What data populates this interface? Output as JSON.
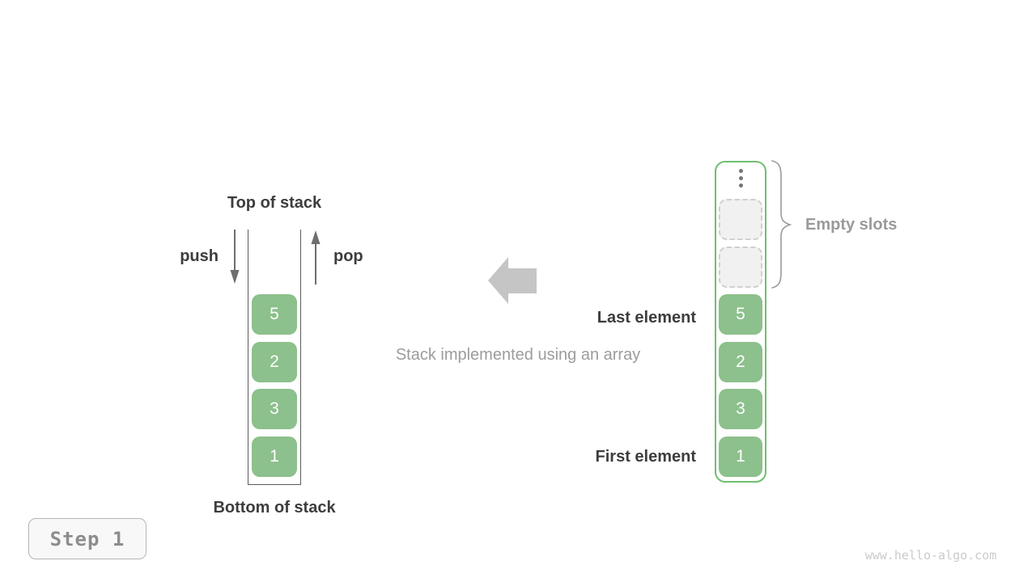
{
  "colors": {
    "element_green": "#8cc08c",
    "array_border_green": "#6fbf6f",
    "dark_text": "#3d3d3d",
    "gray_text": "#9a9a9a",
    "line_arrow_gray": "#6e6e6e",
    "block_arrow_gray": "#c5c5c5",
    "empty_slot_bg": "#f1f1f1",
    "empty_slot_border": "#cfcfcf",
    "badge_text": "#8d8d8d",
    "watermark_text": "#cbcbcb"
  },
  "stack_view": {
    "top_label": "Top of stack",
    "bottom_label": "Bottom of stack",
    "push_label": "push",
    "pop_label": "pop",
    "elements": [
      "5",
      "2",
      "3",
      "1"
    ]
  },
  "caption": "Stack implemented using an array",
  "array_view": {
    "empty_slots_label": "Empty slots",
    "last_element_label": "Last element",
    "first_element_label": "First element",
    "empty_slot_count": 2,
    "elements": [
      "5",
      "2",
      "3",
      "1"
    ]
  },
  "icons": {
    "push": "arrow-down",
    "pop": "arrow-up",
    "transform": "arrow-left-block",
    "ellipsis": "vertical-ellipsis",
    "brace": "curly-brace-right"
  },
  "step_badge": "Step 1",
  "watermark": "www.hello-algo.com"
}
